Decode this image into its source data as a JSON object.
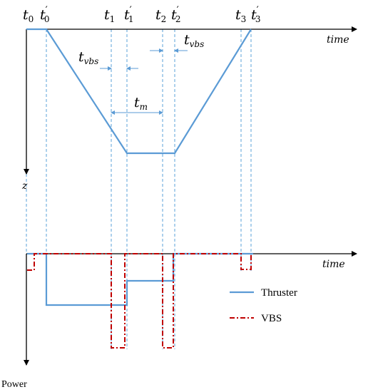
{
  "top_axis": {
    "x_label": "time",
    "y_label": "z"
  },
  "bottom_axis": {
    "x_label": "time",
    "y_label": "Power"
  },
  "time_labels": {
    "t0": "t",
    "t0_sub": "0",
    "t0p": "t",
    "t0p_sub": "0",
    "t0p_prime": "′",
    "t1": "t",
    "t1_sub": "1",
    "t1p": "t",
    "t1p_sub": "1",
    "t1p_prime": "′",
    "t2": "t",
    "t2_sub": "2",
    "t2p": "t",
    "t2p_sub": "2",
    "t2p_prime": "′",
    "t3": "t",
    "t3_sub": "3",
    "t3p": "t",
    "t3p_sub": "3",
    "t3p_prime": "′"
  },
  "intervals": {
    "tvbs_1": "t",
    "tvbs_1_sub": "vbs",
    "tm": "t",
    "tm_sub": "m",
    "tvbs_2": "t",
    "tvbs_2_sub": "vbs"
  },
  "legend": {
    "thruster": "Thruster",
    "vbs": "VBS"
  },
  "colors": {
    "thruster": "#5b9bd5",
    "vbs": "#c00000",
    "guide": "#5aa0d8"
  }
}
